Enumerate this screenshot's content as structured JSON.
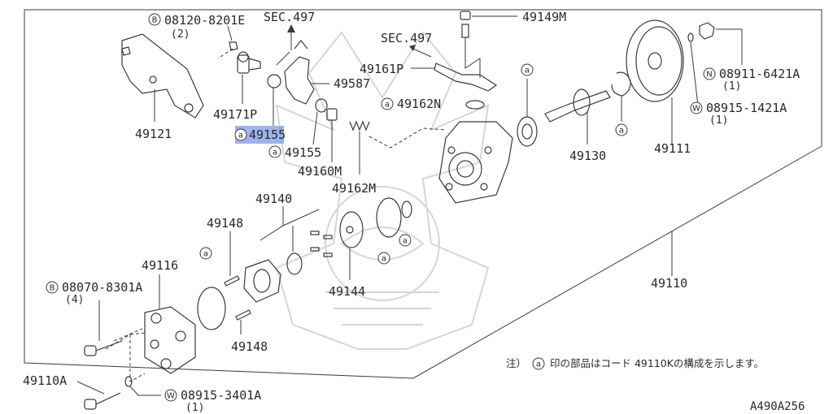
{
  "labels": {
    "bolt_08120": "08120-8201E",
    "bolt_08120_qty": "(2)",
    "bolt_08120_prefix": "B",
    "sec497_top": "SEC.497",
    "p49149M": "49149M",
    "sec497_right": "SEC.497",
    "p49161P": "49161P",
    "p49587": "49587",
    "p49171P": "49171P",
    "p49121": "49121",
    "p49155_hl": "49155",
    "p49155": "49155",
    "p49160M": "49160M",
    "p49162N": "49162N",
    "p49162M": "49162M",
    "p49130": "49130",
    "p49111": "49111",
    "nut_08911": "08911-6421A",
    "nut_08911_qty": "(1)",
    "nut_08911_prefix": "N",
    "washer_08915_1421": "08915-1421A",
    "washer_08915_1421_qty": "(1)",
    "washer_08915_1421_prefix": "W",
    "p49140": "49140",
    "p49148_top": "49148",
    "p49116": "49116",
    "bolt_08070": "08070-8301A",
    "bolt_08070_qty": "(4)",
    "bolt_08070_prefix": "B",
    "p49144": "49144",
    "p49110": "49110",
    "p49148_bottom": "49148",
    "p49110A": "49110A",
    "washer_08915_3401": "08915-3401A",
    "washer_08915_3401_qty": "(1)",
    "washer_08915_3401_prefix": "W",
    "note_prefix": "注）",
    "note_body": "印の部品はコード 49110Kの構成を示します。",
    "marker": "a",
    "diagram_ref": "A490A256"
  },
  "colors": {
    "line": "#3a3a3a",
    "highlight": "#7f9be6",
    "watermark": "#d6d6d6"
  },
  "icons": {
    "arrow": "arrow-icon",
    "marker": "a-marker-icon",
    "watermark": "watermark-emblem-icon"
  }
}
